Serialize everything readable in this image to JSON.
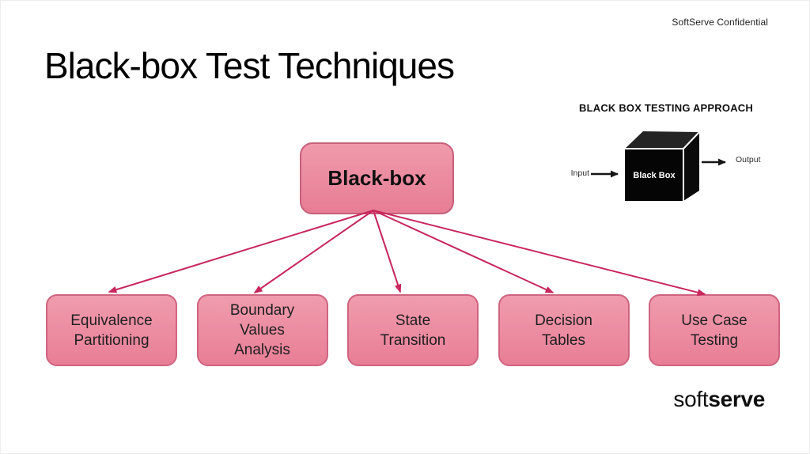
{
  "header": {
    "confidential": "SoftServe Confidential",
    "title": "Black-box Test Techniques"
  },
  "diagram": {
    "root_label": "Black-box",
    "children": [
      {
        "label": "Equivalence Partitioning"
      },
      {
        "label": "Boundary Values Analysis"
      },
      {
        "label": "State Transition"
      },
      {
        "label": "Decision Tables"
      },
      {
        "label": "Use Case Testing"
      }
    ]
  },
  "illustration": {
    "title": "BLACK BOX TESTING APPROACH",
    "input_label": "Input",
    "box_label": "Black Box",
    "output_label": "Output"
  },
  "footer": {
    "logo_light": "soft",
    "logo_bold": "serve"
  },
  "colors": {
    "node_fill_top": "#f09cae",
    "node_fill_bottom": "#e87e96",
    "node_border": "#cf6480",
    "arrow": "#c8275c",
    "cube_front": "#050505",
    "cube_top": "#242424",
    "text": "#1f1f1f"
  }
}
